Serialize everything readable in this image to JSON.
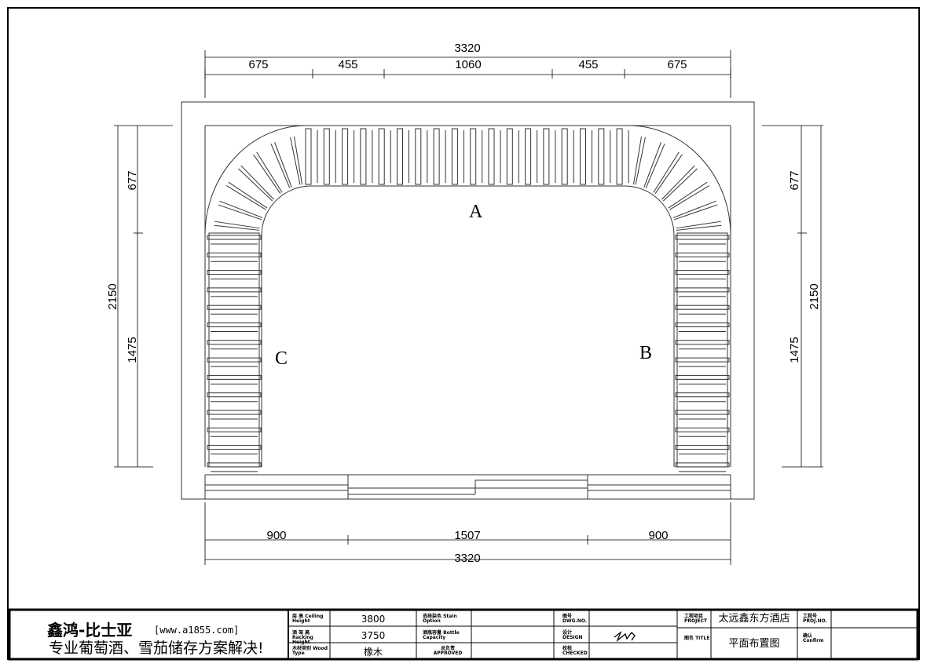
{
  "drawing": {
    "labels": {
      "a": "A",
      "b": "B",
      "c": "C"
    },
    "top_dims": {
      "total": "3320",
      "segments": [
        "675",
        "455",
        "1060",
        "455",
        "675"
      ]
    },
    "bottom_dims": {
      "total": "3320",
      "segments": [
        "900",
        "1507",
        "900"
      ]
    },
    "left_dims": {
      "total": "2150",
      "upper": "677",
      "lower": "1475"
    },
    "right_dims": {
      "total": "2150",
      "upper": "677",
      "lower": "1475"
    }
  },
  "title_block": {
    "company": "鑫鸿-比士亚",
    "website": "[www.a1855.com]",
    "slogan": "专业葡萄酒、雪茄储存方案解决!",
    "ceiling_height_label": "层 高 Ceiling Height",
    "ceiling_height": "3800",
    "racking_height_label": "酒 架 高 Racking Height",
    "racking_height": "3750",
    "wood_type_label": "木材类别 Wood Type",
    "wood_type": "橡木",
    "stain_label": "选择染色 Stain Option",
    "bottle_capacity_label": "酒瓶容量 Bottle Capacity",
    "approved_label": "总负责 APPROVED",
    "dwg_no_label": "图号 DWG.NO.",
    "design_label": "设计 DESIGN",
    "checked_label": "校核 CHECKED",
    "project_label": "工程项目 PROJECT",
    "project": "太远鑫东方酒店",
    "proj_no_label": "工程号 PROJ.NO.",
    "title_label": "图名 TITLE",
    "title": "平面布置图",
    "confirm_label": "确认 Confirm"
  }
}
